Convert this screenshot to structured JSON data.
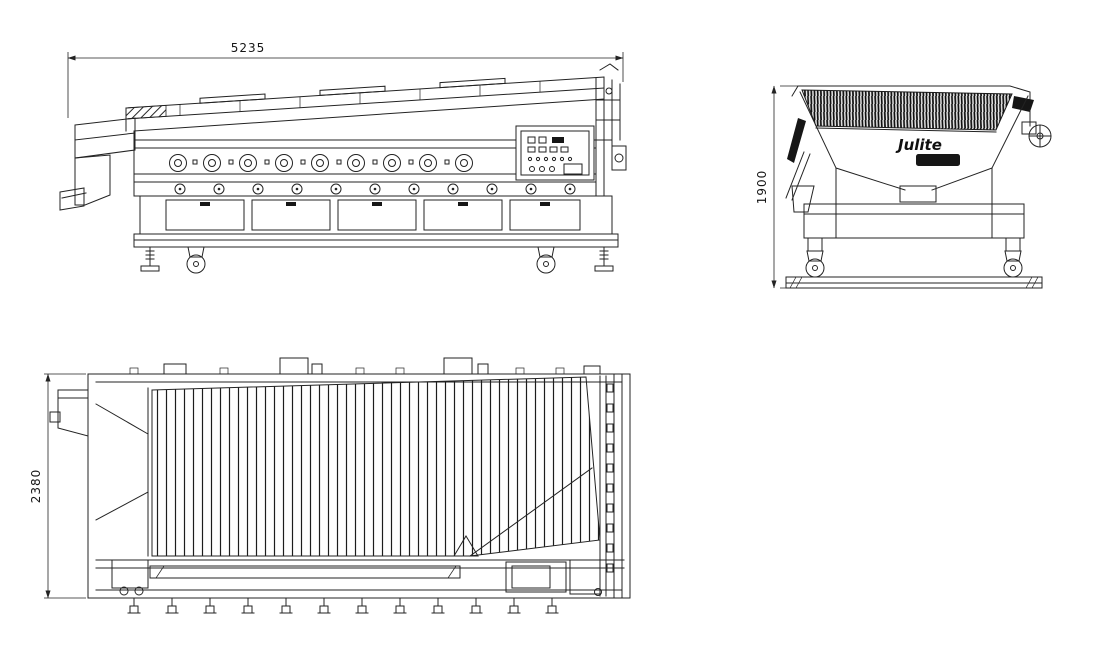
{
  "drawing": {
    "background": "#ffffff",
    "line_color": "#232323",
    "views": {
      "side": {
        "width_dimension": "5235"
      },
      "front": {
        "height_dimension": "1900",
        "logo_text": "Julite"
      },
      "plan": {
        "depth_dimension": "2380"
      }
    }
  }
}
